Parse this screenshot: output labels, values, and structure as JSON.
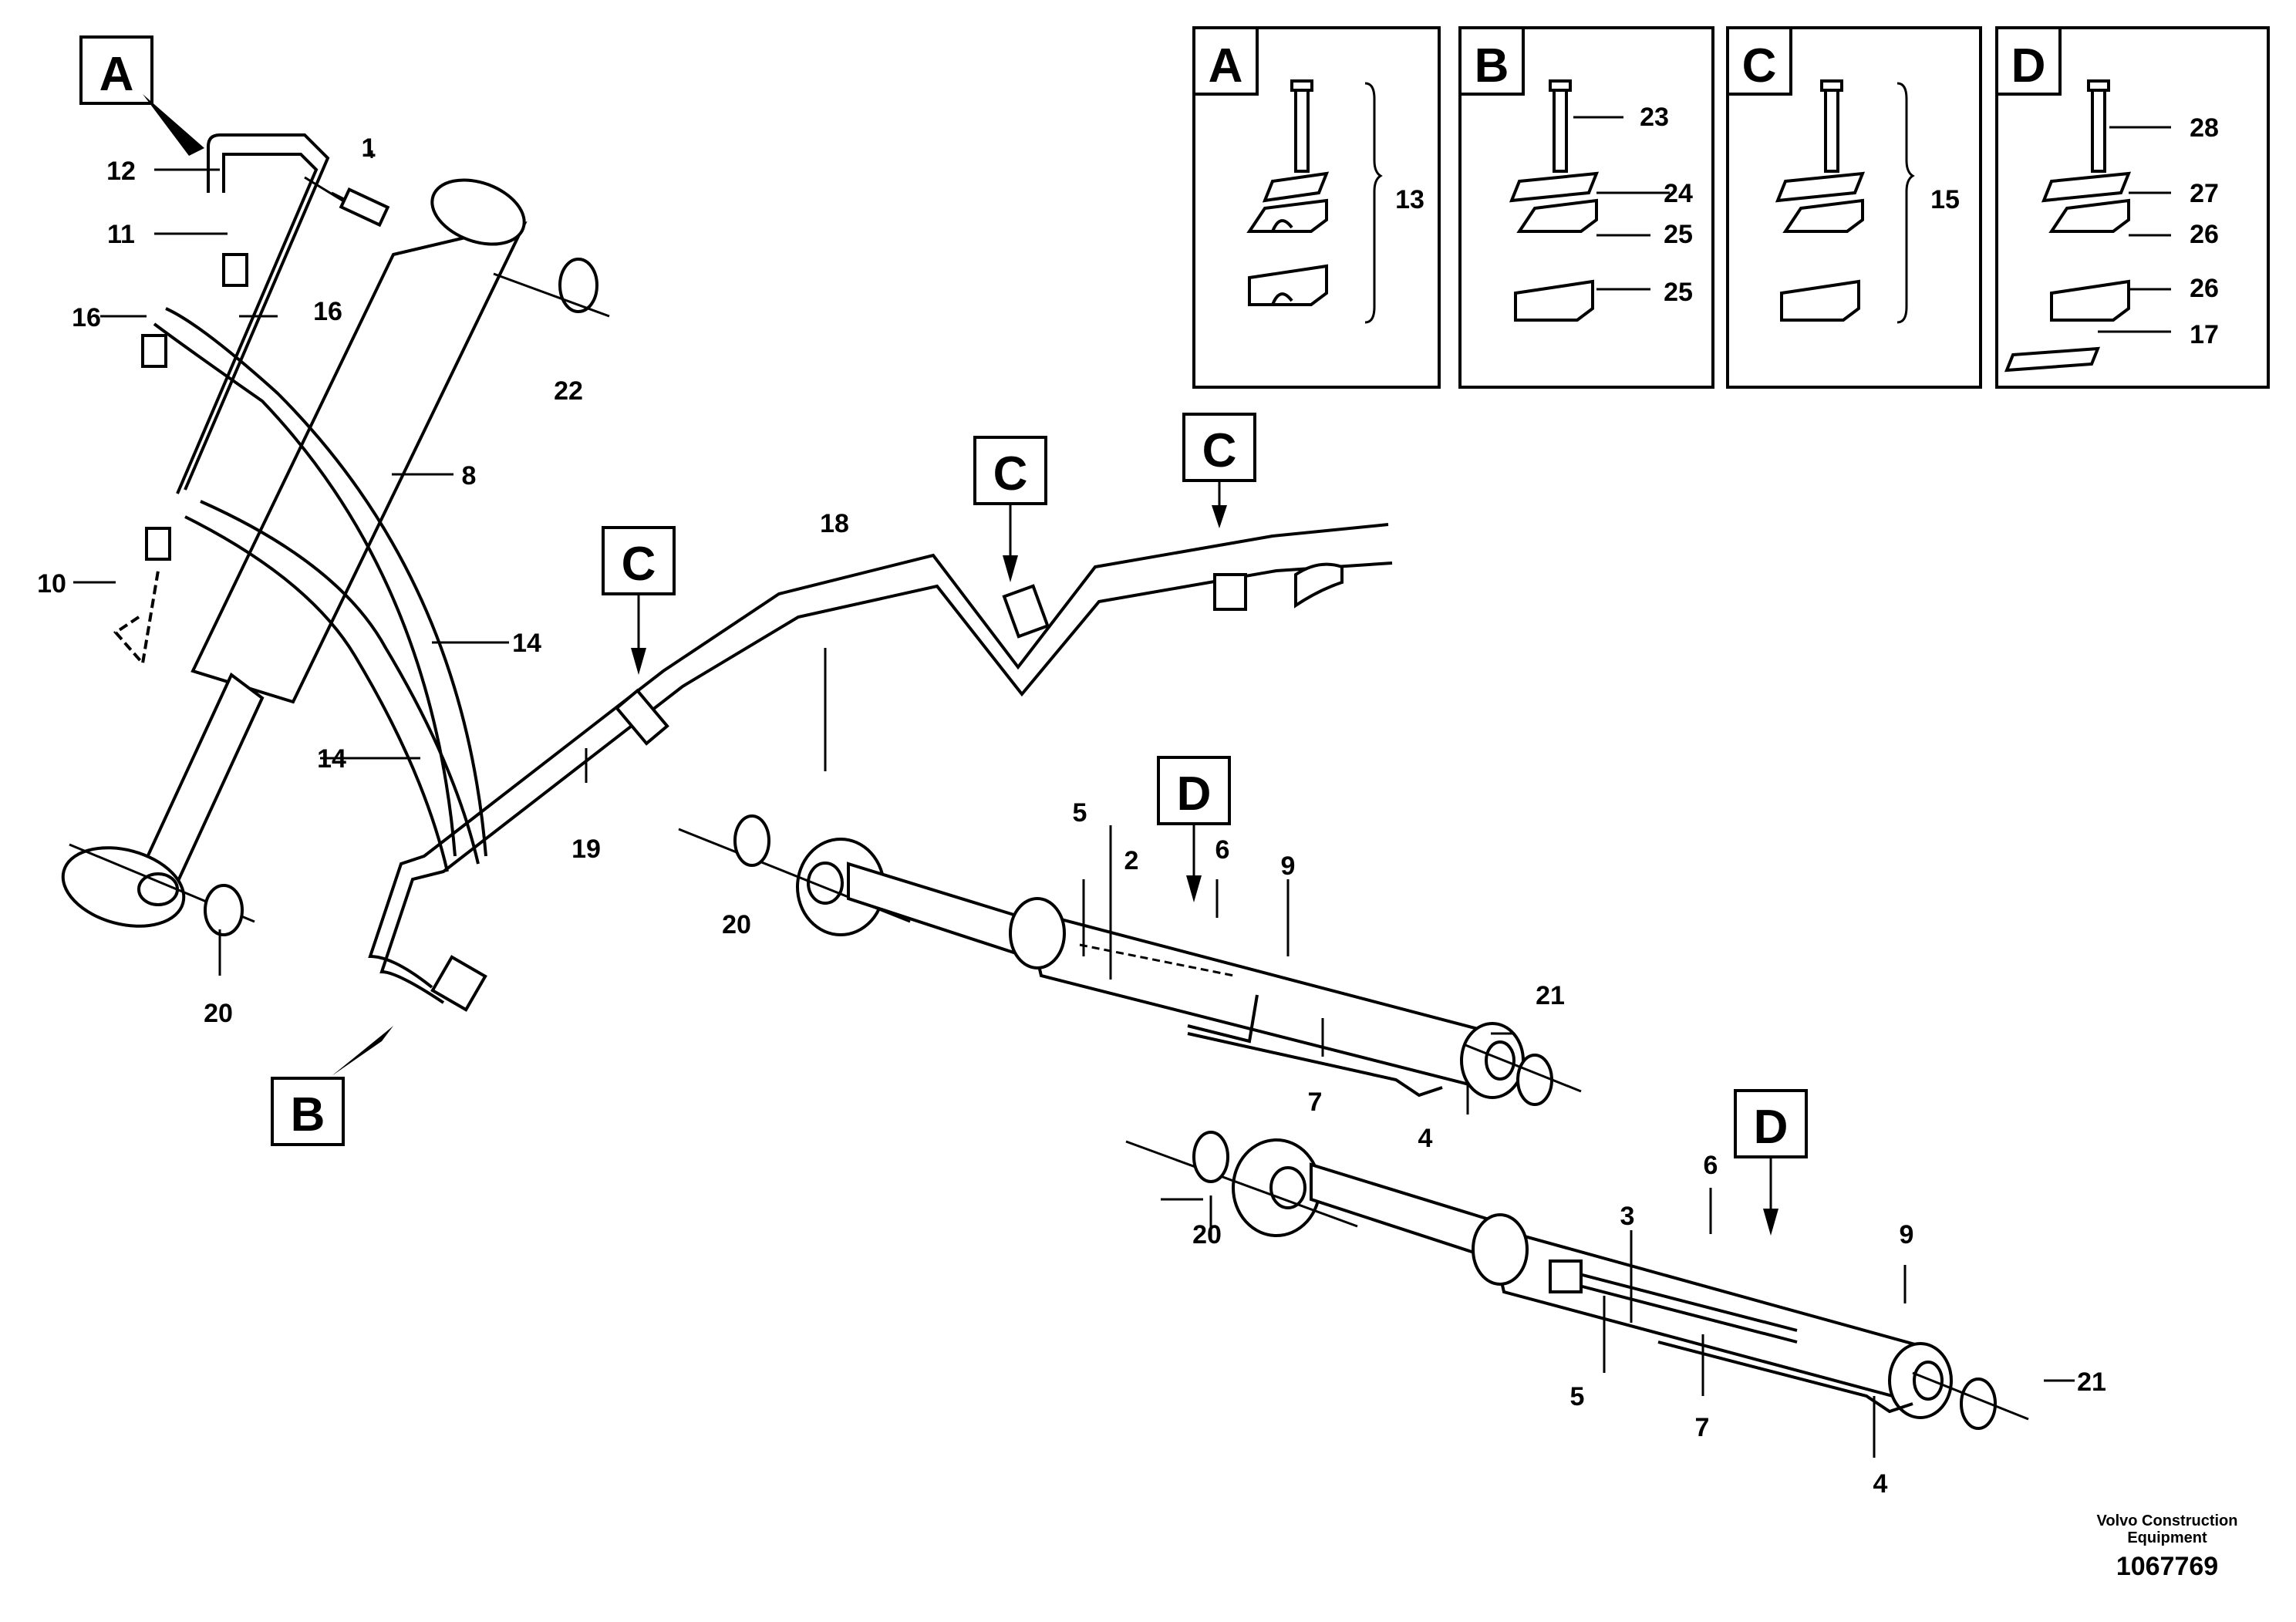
{
  "detail_views": [
    {
      "letter": "A",
      "labels": [
        "13"
      ]
    },
    {
      "letter": "B",
      "labels": [
        "23",
        "24",
        "25",
        "25"
      ]
    },
    {
      "letter": "C",
      "labels": [
        "15"
      ]
    },
    {
      "letter": "D",
      "labels": [
        "28",
        "27",
        "26",
        "26",
        "17"
      ]
    }
  ],
  "callouts": {
    "a_main": "A",
    "b_main": "B",
    "c_pipe1": "C",
    "c_pipe2": "C",
    "c_pipe3": "C",
    "d_cyl1": "D",
    "d_cyl2": "D"
  },
  "part_labels": {
    "p1": "1",
    "p2": "2",
    "p3": "3",
    "p4a": "4",
    "p4b": "4",
    "p5a": "5",
    "p5b": "5",
    "p6a": "6",
    "p6b": "6",
    "p7a": "7",
    "p7b": "7",
    "p8": "8",
    "p9a": "9",
    "p9b": "9",
    "p10": "10",
    "p11": "11",
    "p12": "12",
    "p14a": "14",
    "p14b": "14",
    "p16a": "16",
    "p16b": "16",
    "p18": "18",
    "p19": "19",
    "p20a": "20",
    "p20b": "20",
    "p20c": "20",
    "p21a": "21",
    "p21b": "21",
    "p22": "22"
  },
  "footer": {
    "company_line1": "Volvo Construction",
    "company_line2": "Equipment",
    "drawing_number": "1067769"
  }
}
